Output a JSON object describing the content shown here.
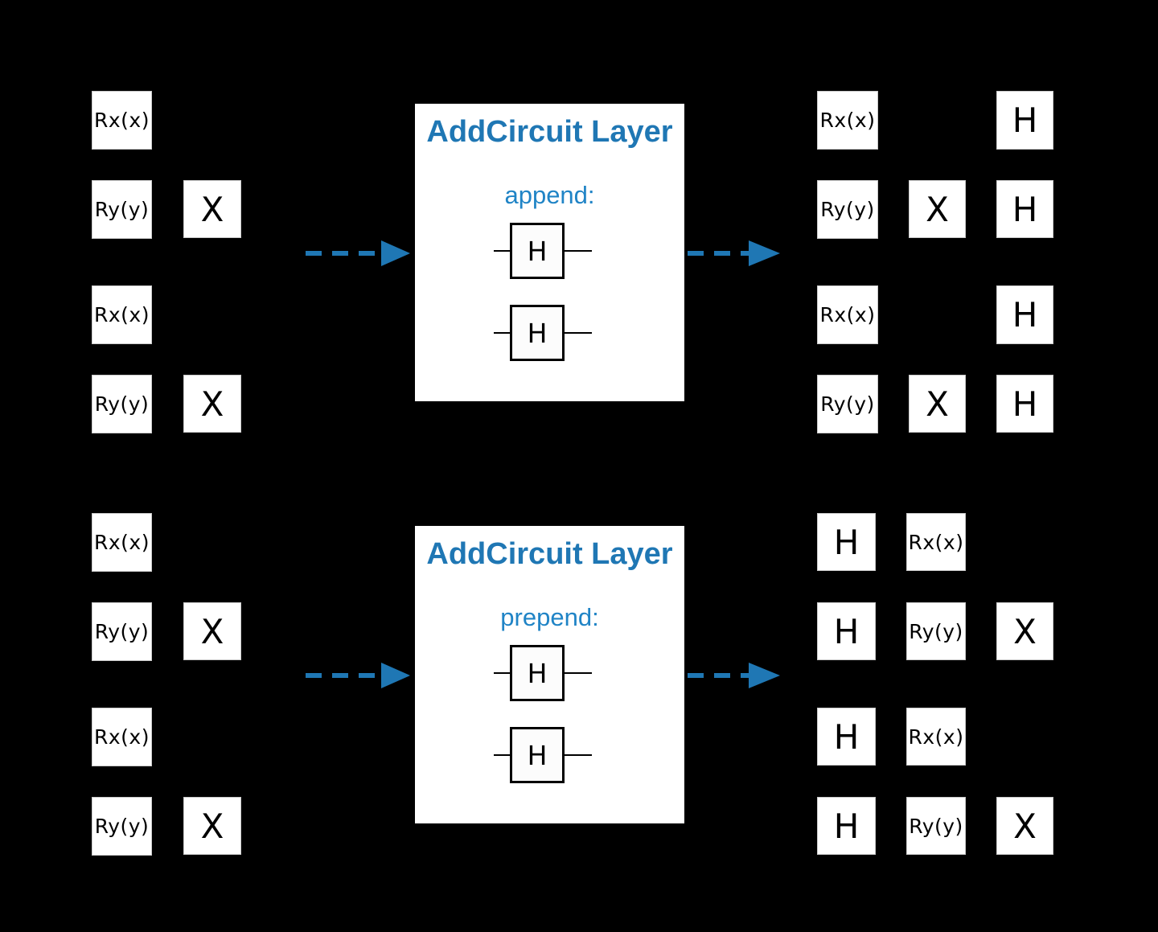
{
  "colors": {
    "background": "#000000",
    "accent": "#1f77b4",
    "accent_light": "#2084c6",
    "box_fill": "#ffffff",
    "wire": "#000000"
  },
  "append_flow": {
    "layer": {
      "title": "AddCircuit Layer",
      "mode": "append:",
      "gate_labels": [
        "H",
        "H"
      ]
    },
    "input_circuit": {
      "gates": [
        {
          "label": "Rx(x)"
        },
        {
          "label": "Ry(y)"
        },
        {
          "label": "X"
        },
        {
          "label": "Rx(x)"
        },
        {
          "label": "Ry(y)"
        },
        {
          "label": "X"
        }
      ]
    },
    "output_circuit": {
      "gates": [
        {
          "label": "Rx(x)"
        },
        {
          "label": "H"
        },
        {
          "label": "Ry(y)"
        },
        {
          "label": "X"
        },
        {
          "label": "H"
        },
        {
          "label": "Rx(x)"
        },
        {
          "label": "H"
        },
        {
          "label": "Ry(y)"
        },
        {
          "label": "X"
        },
        {
          "label": "H"
        }
      ]
    }
  },
  "prepend_flow": {
    "layer": {
      "title": "AddCircuit Layer",
      "mode": "prepend:",
      "gate_labels": [
        "H",
        "H"
      ]
    },
    "input_circuit": {
      "gates": [
        {
          "label": "Rx(x)"
        },
        {
          "label": "Ry(y)"
        },
        {
          "label": "X"
        },
        {
          "label": "Rx(x)"
        },
        {
          "label": "Ry(y)"
        },
        {
          "label": "X"
        }
      ]
    },
    "output_circuit": {
      "gates": [
        {
          "label": "H"
        },
        {
          "label": "Rx(x)"
        },
        {
          "label": "H"
        },
        {
          "label": "Ry(y)"
        },
        {
          "label": "X"
        },
        {
          "label": "H"
        },
        {
          "label": "Rx(x)"
        },
        {
          "label": "H"
        },
        {
          "label": "Ry(y)"
        },
        {
          "label": "X"
        }
      ]
    }
  }
}
